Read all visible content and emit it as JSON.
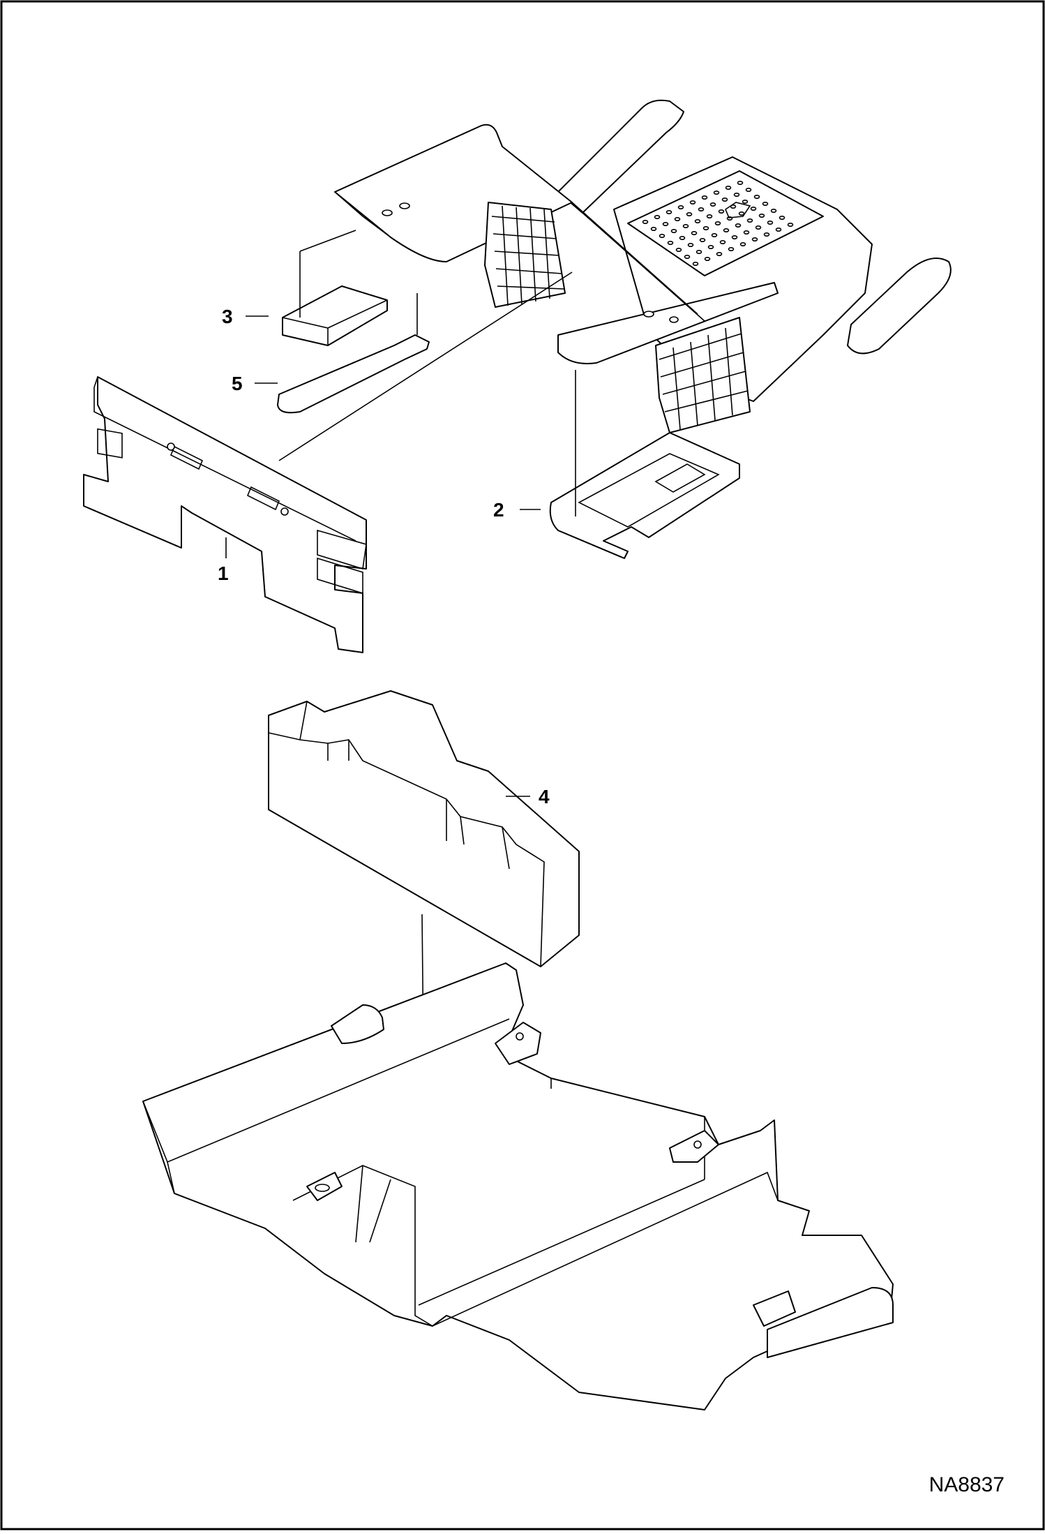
{
  "diagram": {
    "drawing_number": "NA8837",
    "callouts": [
      {
        "id": "1",
        "label": "1"
      },
      {
        "id": "2",
        "label": "2"
      },
      {
        "id": "3",
        "label": "3"
      },
      {
        "id": "4",
        "label": "4"
      },
      {
        "id": "5",
        "label": "5"
      }
    ],
    "line_color": "#000000",
    "background_color": "#ffffff"
  }
}
